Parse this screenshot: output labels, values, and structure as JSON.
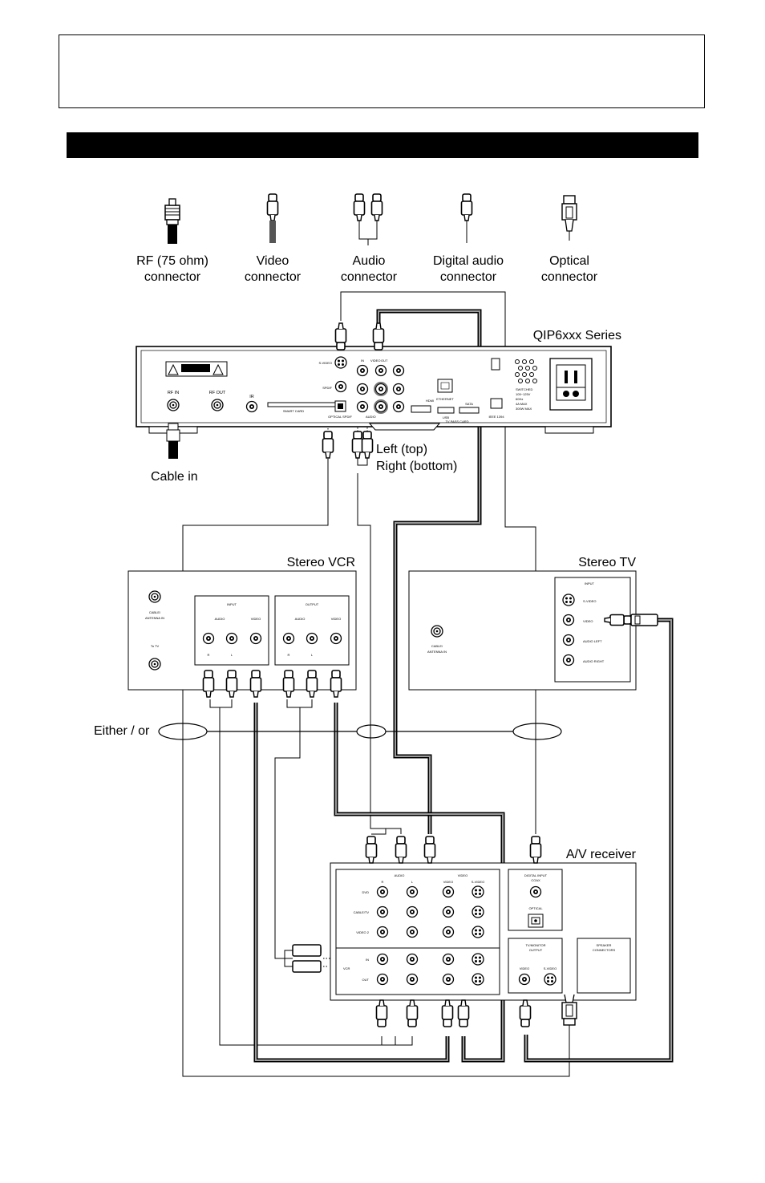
{
  "legend": [
    {
      "line1": "RF (75 ohm)",
      "line2": "connector"
    },
    {
      "line1": "Video",
      "line2": "connector"
    },
    {
      "line1": "Audio",
      "line2": "connector"
    },
    {
      "line1": "Digital audio",
      "line2": "connector"
    },
    {
      "line1": "Optical",
      "line2": "connector"
    }
  ],
  "stb": {
    "title": "QIP6xxx Series",
    "cable_in": "Cable in",
    "left_top": "Left (top)",
    "right_bottom": "Right (bottom)",
    "labels": {
      "s_video": "S-VIDEO",
      "spdif": "SPDIF",
      "optical_spdif": "OPTICAL SPDIF",
      "rf_in": "RF IN",
      "rf_out": "RF OUT",
      "ir": "IR",
      "smart_card": "SMART CARD",
      "hdmi": "HDMI",
      "ethernet": "ETHERNET",
      "usb": "USB",
      "sata": "SATA",
      "tv_pass_card": "TV PASS CARD",
      "ieee1394": "IEEE 1394",
      "in": "IN",
      "out": "OUT",
      "video": "VIDEO",
      "audio": "AUDIO",
      "power_1": "SWITCHED",
      "power_2": "105~125V",
      "power_3": "60Hz",
      "power_4": "4A MAX",
      "power_5": "300W MAX"
    }
  },
  "vcr": {
    "title": "Stereo VCR",
    "cable_antenna_1": "CABLE/",
    "cable_antenna_2": "ANTENNA IN",
    "to_tv": "To TV",
    "input": "INPUT",
    "output": "OUTPUT",
    "audio": "AUDIO",
    "video": "VIDEO",
    "r": "R",
    "l": "L"
  },
  "tv": {
    "title": "Stereo TV",
    "cable_antenna_1": "CABLE/",
    "cable_antenna_2": "ANTENNA IN",
    "input": "INPUT",
    "ports": [
      "S-VIDEO",
      "VIDEO",
      "AUDIO LEFT",
      "AUDIO RIGHT"
    ]
  },
  "either_or": "Either / or",
  "receiver": {
    "title": "A/V receiver",
    "audio": "AUDIO",
    "r": "R",
    "l": "L",
    "video": "VIDEO",
    "s_video": "S-VIDEO",
    "rows": [
      "DVD",
      "CABLE/TV",
      "VIDEO 2"
    ],
    "vcr": "VCR",
    "in": "IN",
    "out": "OUT",
    "digital_input_1": "DIGITAL INPUT",
    "digital_input_2": "COAX",
    "optical": "OPTICAL",
    "tv_monitor_1": "TV/MONITOR",
    "tv_monitor_2": "OUTPUT",
    "speaker_1": "SPEAKER",
    "speaker_2": "CONNECTORS"
  }
}
